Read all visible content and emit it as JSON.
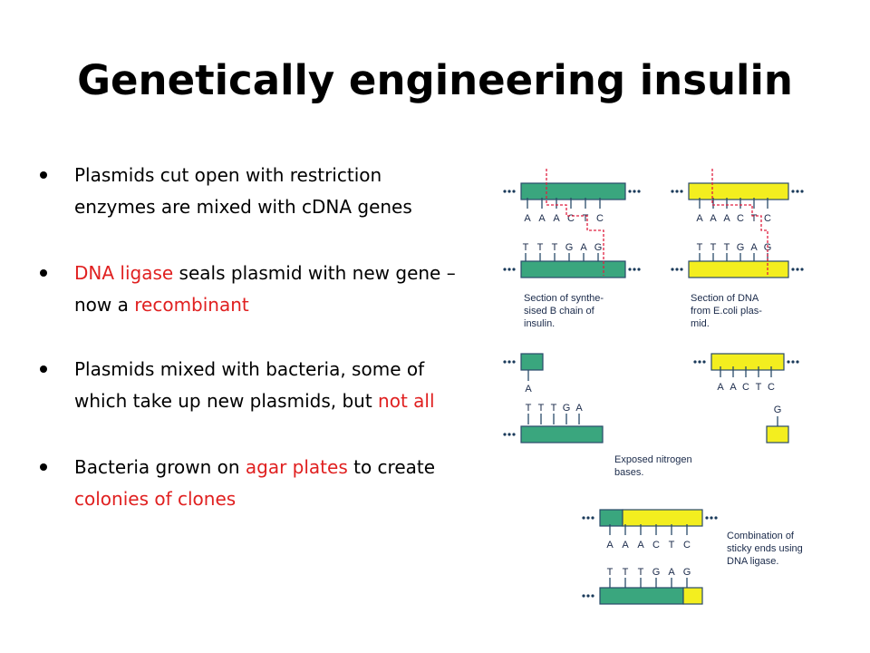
{
  "title": "Genetically engineering insulin",
  "bullets": [
    {
      "parts": [
        {
          "text": "Plasmids cut open with restriction enzymes are mixed with cDNA genes",
          "color": "#000000"
        }
      ]
    },
    {
      "parts": [
        {
          "text": "DNA ligase",
          "color": "#e02020"
        },
        {
          "text": " seals plasmid with new gene – now a ",
          "color": "#000000"
        },
        {
          "text": "recombinant",
          "color": "#e02020"
        }
      ]
    },
    {
      "parts": [
        {
          "text": "Plasmids mixed with bacteria, some of which take up new plasmids, but ",
          "color": "#000000"
        },
        {
          "text": "not all",
          "color": "#e02020"
        }
      ]
    },
    {
      "parts": [
        {
          "text": "Bacteria grown on ",
          "color": "#000000"
        },
        {
          "text": "agar plates",
          "color": "#e02020"
        },
        {
          "text": " to create ",
          "color": "#000000"
        },
        {
          "text": "colonies of clones",
          "color": "#e02020"
        }
      ]
    }
  ],
  "diagram": {
    "colors": {
      "green": "#3aa67e",
      "yellow": "#f3ee1f",
      "cut_line": "#e02040"
    },
    "insulin_top_bases": [
      "A",
      "A",
      "A",
      "C",
      "T",
      "C"
    ],
    "insulin_bottom_bases": [
      "T",
      "T",
      "T",
      "G",
      "A",
      "G"
    ],
    "ecoli_top_bases": [
      "A",
      "A",
      "A",
      "C",
      "T",
      "C"
    ],
    "ecoli_bottom_bases": [
      "T",
      "T",
      "T",
      "G",
      "A",
      "G"
    ],
    "label_insulin": [
      "Section of synthe-",
      "sised B chain of",
      "insulin."
    ],
    "label_ecoli": [
      "Section of DNA",
      "from E.coli plas-",
      "mid."
    ],
    "left_single_base": "A",
    "left_exposed_bases": [
      "T",
      "T",
      "T",
      "G",
      "A"
    ],
    "right_exposed_bases": [
      "A",
      "A",
      "C",
      "T",
      "C"
    ],
    "right_single_base": "G",
    "label_exposed": [
      "Exposed nitrogen",
      "bases."
    ],
    "combo_top_bases": [
      "A",
      "A",
      "A",
      "C",
      "T",
      "C"
    ],
    "combo_bottom_bases": [
      "T",
      "T",
      "T",
      "G",
      "A",
      "G"
    ],
    "label_combination": [
      "Combination of",
      "sticky ends using",
      "DNA ligase."
    ]
  }
}
